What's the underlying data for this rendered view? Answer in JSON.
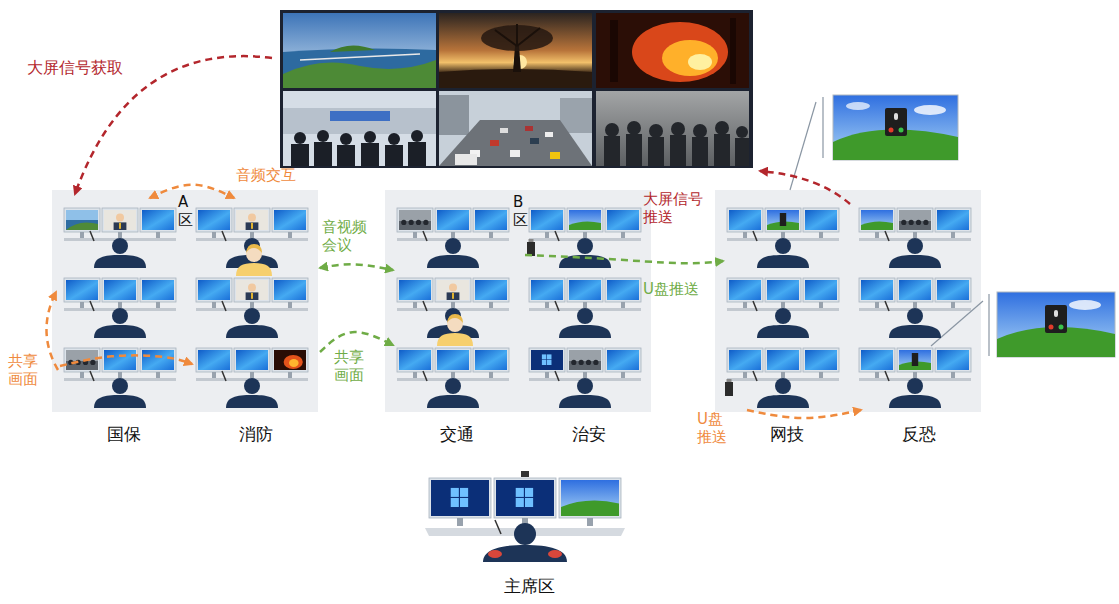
{
  "diagram": {
    "nodes": [
      {
        "text": [
          "A 区"
        ]
      },
      {
        "text": [
          "国保"
        ],
        "in": 0
      },
      {
        "text": [
          "消防"
        ],
        "in": 0
      },
      {
        "text": [
          "B 区"
        ]
      },
      {
        "text": [
          "交通"
        ],
        "in": 3
      },
      {
        "text": [
          "治安"
        ],
        "in": 3
      },
      {
        "text": [
          "网技"
        ]
      },
      {
        "text": [
          "反恐"
        ]
      },
      {
        "text": [
          "主席区"
        ]
      }
    ],
    "edges": [
      {
        "from": 1,
        "to": 2,
        "arrow": "both",
        "label": "音频交互"
      },
      {
        "from": 1,
        "to": 2,
        "arrow": "to",
        "label": "共享 画面"
      },
      {
        "from": 2,
        "to": 4,
        "arrow": "both",
        "label": "音视频 会议"
      },
      {
        "from": 2,
        "to": 4,
        "arrow": "to",
        "label": "共享 画面"
      },
      {
        "from": 5,
        "to": 6,
        "arrow": "to",
        "label": "U盘推送"
      },
      {
        "from": 6,
        "to": 7,
        "arrow": "to",
        "label": "U盘 推送"
      }
    ],
    "labels": [
      "大屏信号获取",
      "大屏信号 推送"
    ]
  }
}
